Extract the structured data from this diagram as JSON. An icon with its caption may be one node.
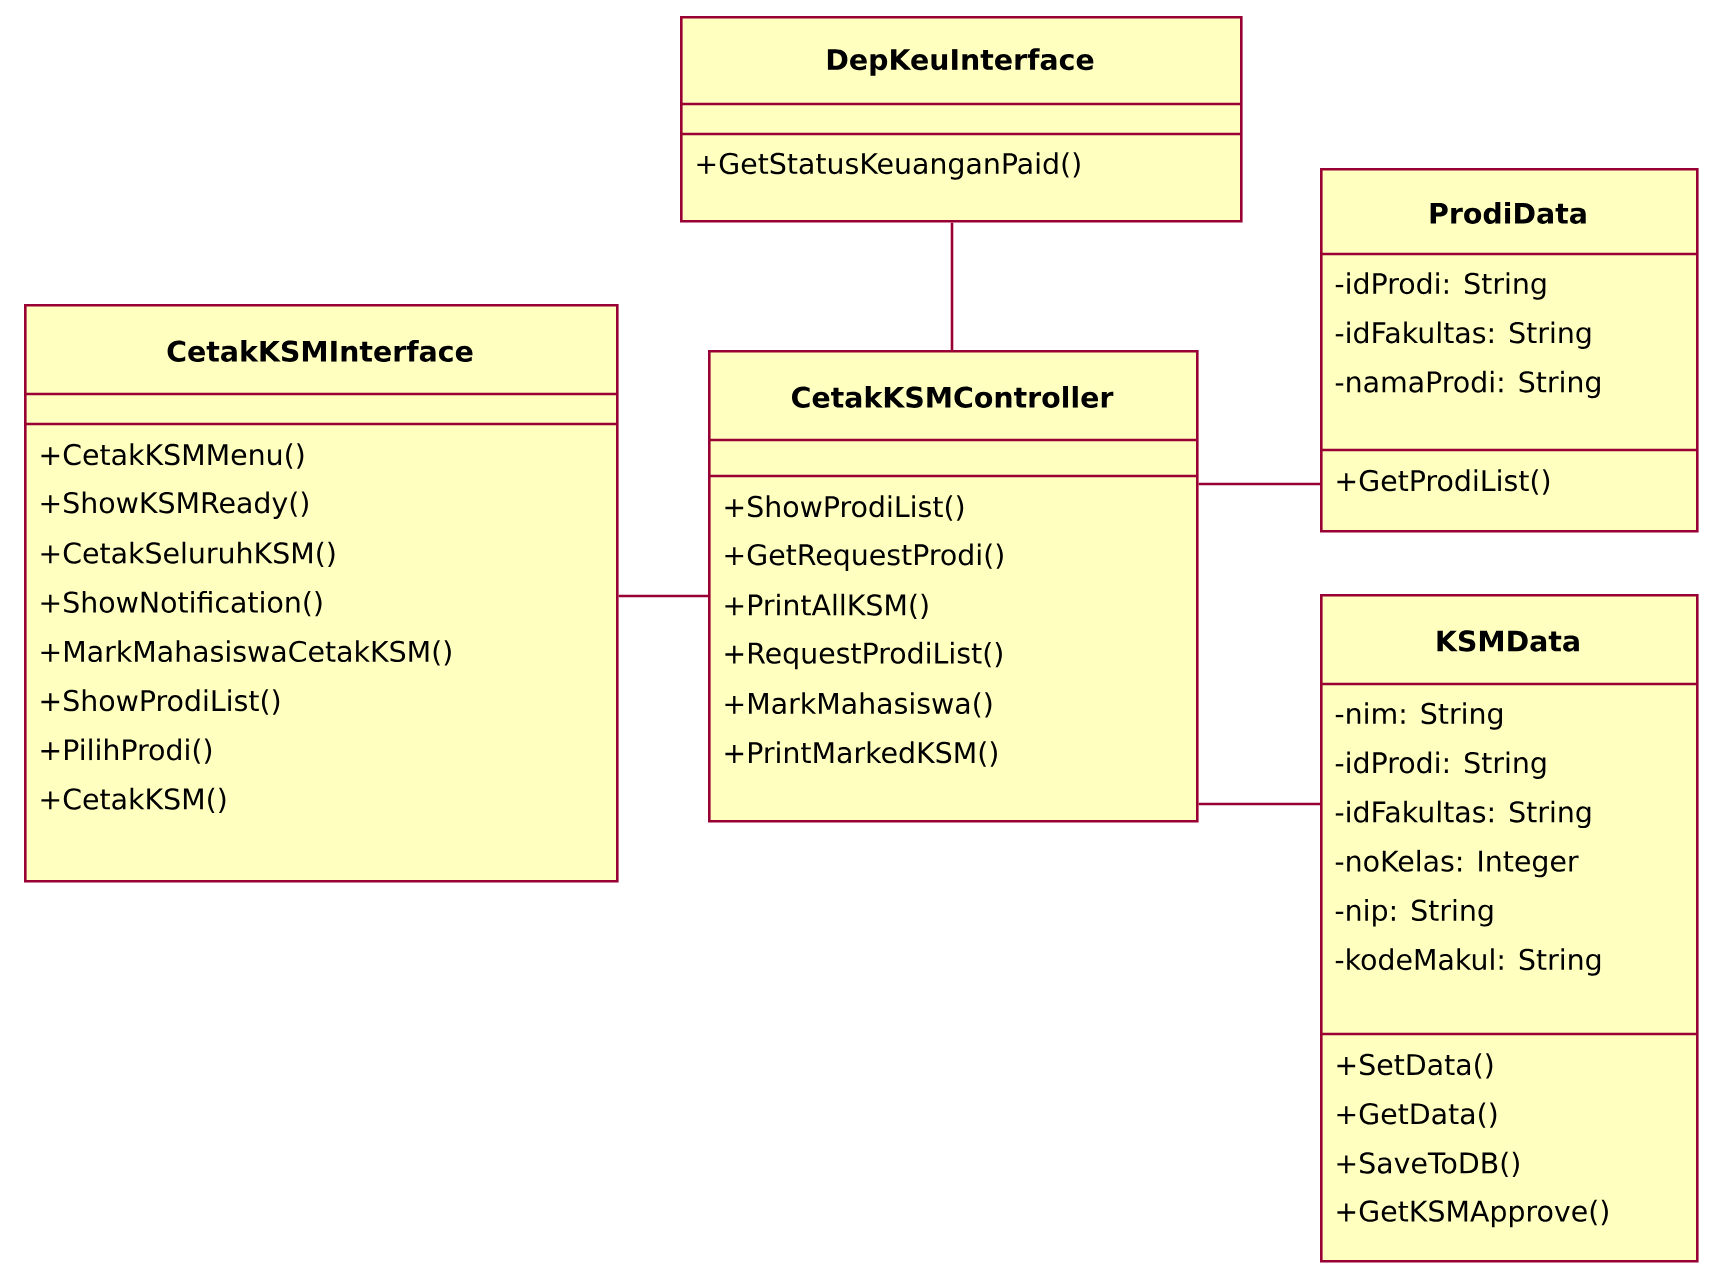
{
  "diagram": {
    "nodes": [
      {
        "text": [
          "DepKeuInterface",
          "+GetStatusKeuanganPaid()"
        ]
      },
      {
        "text": [
          "ProdiData",
          "-idProdi: String",
          "-idFakultas: String",
          "-namaProdi: String",
          "+GetProdiList()"
        ]
      },
      {
        "text": [
          "CetakKSMInterface",
          "+CetakKSMMenu()",
          "+ShowKSMReady()",
          "+CetakSeluruhKSM()",
          "+ShowNotification()",
          "+MarkMahasiswaCetakKSM()",
          "+ShowProdiList()",
          "+PilihProdi()",
          "+CetakKSM()"
        ]
      },
      {
        "text": [
          "CetakKSMController",
          "+ShowProdiList()",
          "+GetRequestProdi()",
          "+PrintAllKSM()",
          "+RequestProdiList()",
          "+MarkMahasiswa()",
          "+PrintMarkedKSM()"
        ]
      },
      {
        "text": [
          "KSMData",
          "-nim: String",
          "-idProdi: String",
          "-idFakultas: String",
          "-noKelas: Integer",
          "-nip: String",
          "-kodeMakul: String",
          "+SetData()",
          "+GetData()",
          "+SaveToDB()",
          "+GetKSMApprove()"
        ]
      }
    ],
    "edges": [
      {
        "from": 0,
        "to": 3,
        "arrow": "none"
      },
      {
        "from": 2,
        "to": 3,
        "arrow": "none"
      },
      {
        "from": 3,
        "to": 1,
        "arrow": "none"
      },
      {
        "from": 3,
        "to": 4,
        "arrow": "none"
      }
    ]
  }
}
